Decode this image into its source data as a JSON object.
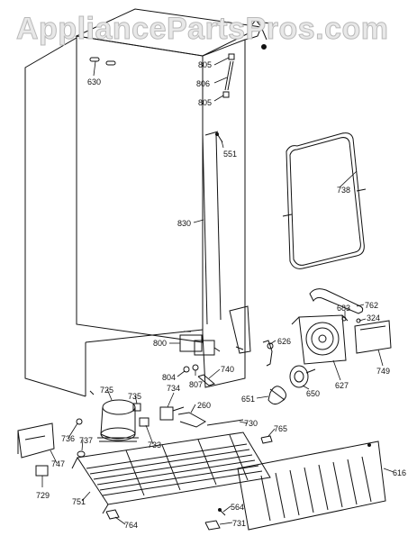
{
  "watermark": "AppliancePartsPros.com",
  "part_labels": {
    "p630": "630",
    "p805a": "805",
    "p806": "806",
    "p805b": "805",
    "p551": "551",
    "p738": "738",
    "p830": "830",
    "p762": "762",
    "p683": "683",
    "p324": "324",
    "p626": "626",
    "p800": "800",
    "p804": "804",
    "p807": "807",
    "p740": "740",
    "p749": "749",
    "p627": "627",
    "p650": "650",
    "p651": "651",
    "p725": "725",
    "p735": "735",
    "p734": "734",
    "p260": "260",
    "p730": "730",
    "p765": "765",
    "p736": "736",
    "p737": "737",
    "p733": "733",
    "p747": "747",
    "p616": "616",
    "p729": "729",
    "p751": "751",
    "p564": "564",
    "p764": "764",
    "p731": "731"
  }
}
